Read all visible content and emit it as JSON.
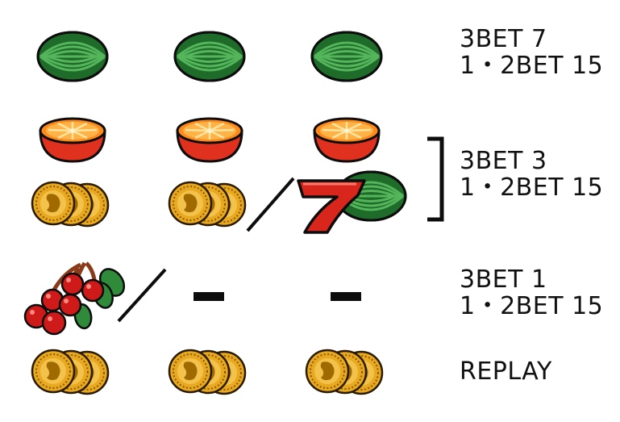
{
  "symbols": {
    "watermelon": "watermelon-icon",
    "orange": "orange-icon",
    "coin": "gold-coin-icon",
    "seven": "red-seven-icon",
    "cherry": "cherry-icon",
    "dash": "dash-icon"
  },
  "colors": {
    "melon_dark": "#1e6b2a",
    "melon_light": "#3fa04a",
    "orange_rind": "#e0301e",
    "orange_flesh": "#ff8a1c",
    "coin_gold": "#e8a920",
    "seven_red": "#d9261c",
    "cherry_red": "#cf1a1a",
    "leaf_green": "#2f8a3a"
  },
  "rows": [
    {
      "name": "watermelon",
      "reels": [
        "watermelon",
        "watermelon",
        "watermelon"
      ],
      "payout": [
        "3BET 7",
        "1・2BET 15"
      ]
    },
    {
      "name": "orange-or-coin-group",
      "reels_top": [
        "orange",
        "orange",
        "orange"
      ],
      "reels_bottom": [
        "coin",
        "coin",
        "seven / watermelon"
      ],
      "payout": [
        "3BET 3",
        "1・2BET 15"
      ]
    },
    {
      "name": "cherry",
      "reels": [
        "cherry / any",
        "any",
        "any"
      ],
      "payout": [
        "3BET 1",
        "1・2BET 15"
      ]
    },
    {
      "name": "replay",
      "reels": [
        "coin",
        "coin",
        "coin"
      ],
      "payout": [
        "REPLAY"
      ]
    }
  ]
}
